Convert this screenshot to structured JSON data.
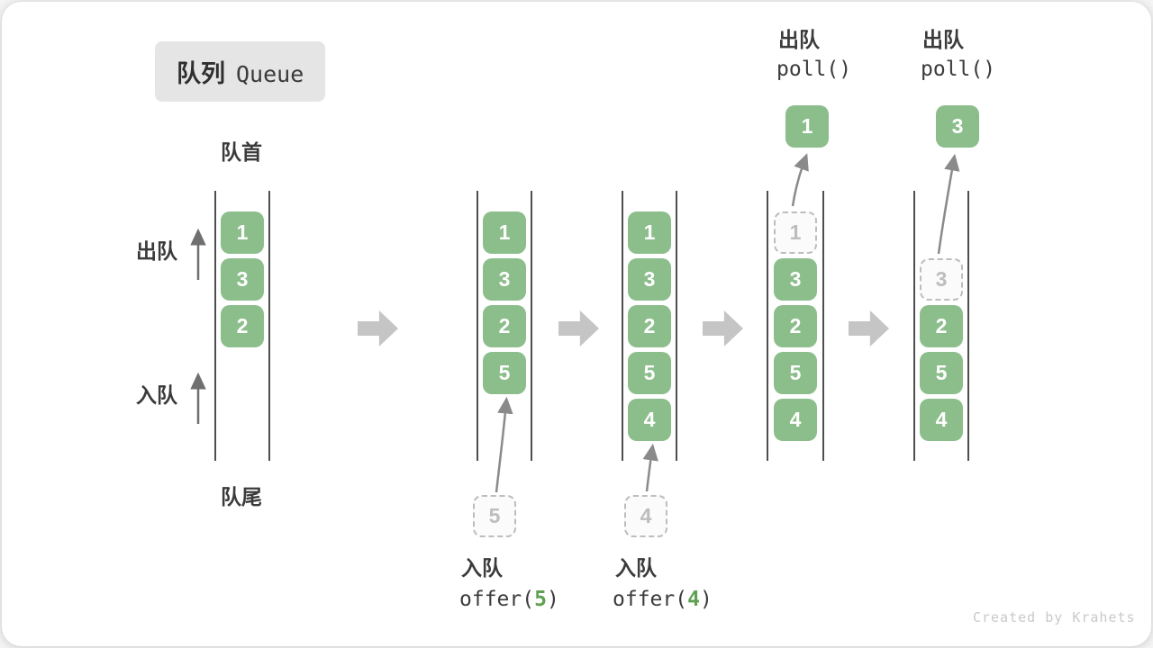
{
  "title": {
    "zh": "队列",
    "en": "Queue"
  },
  "labels": {
    "front": "队首",
    "rear": "队尾",
    "dequeue": "出队",
    "enqueue": "入队"
  },
  "states": [
    {
      "cells": [
        "1",
        "3",
        "2"
      ]
    },
    {
      "cells": [
        "1",
        "3",
        "2",
        "5"
      ]
    },
    {
      "cells": [
        "1",
        "3",
        "2",
        "5",
        "4"
      ]
    },
    {
      "removed": "1",
      "cells": [
        "3",
        "2",
        "5",
        "4"
      ]
    },
    {
      "removed": "3",
      "cells": [
        "2",
        "5",
        "4"
      ]
    }
  ],
  "operations": {
    "enqueue5": {
      "label": "入队",
      "code_pre": "offer(",
      "num": "5",
      "code_post": ")",
      "inserted": "5"
    },
    "enqueue4": {
      "label": "入队",
      "code_pre": "offer(",
      "num": "4",
      "code_post": ")",
      "inserted": "4"
    },
    "dequeue1": {
      "label": "出队",
      "code": "poll()",
      "popped": "1"
    },
    "dequeue2": {
      "label": "出队",
      "code": "poll()",
      "popped": "3"
    }
  },
  "colors": {
    "box_green": "#8CBE8C",
    "accent_green": "#5FA052",
    "line": "#4E4E4E",
    "flow_arrow": "#C5C5C5",
    "dashed": "#BDBDBD",
    "ink": "#3B3B3B",
    "watermark": "#C9C9C9"
  },
  "watermark": "Created by Krahets"
}
